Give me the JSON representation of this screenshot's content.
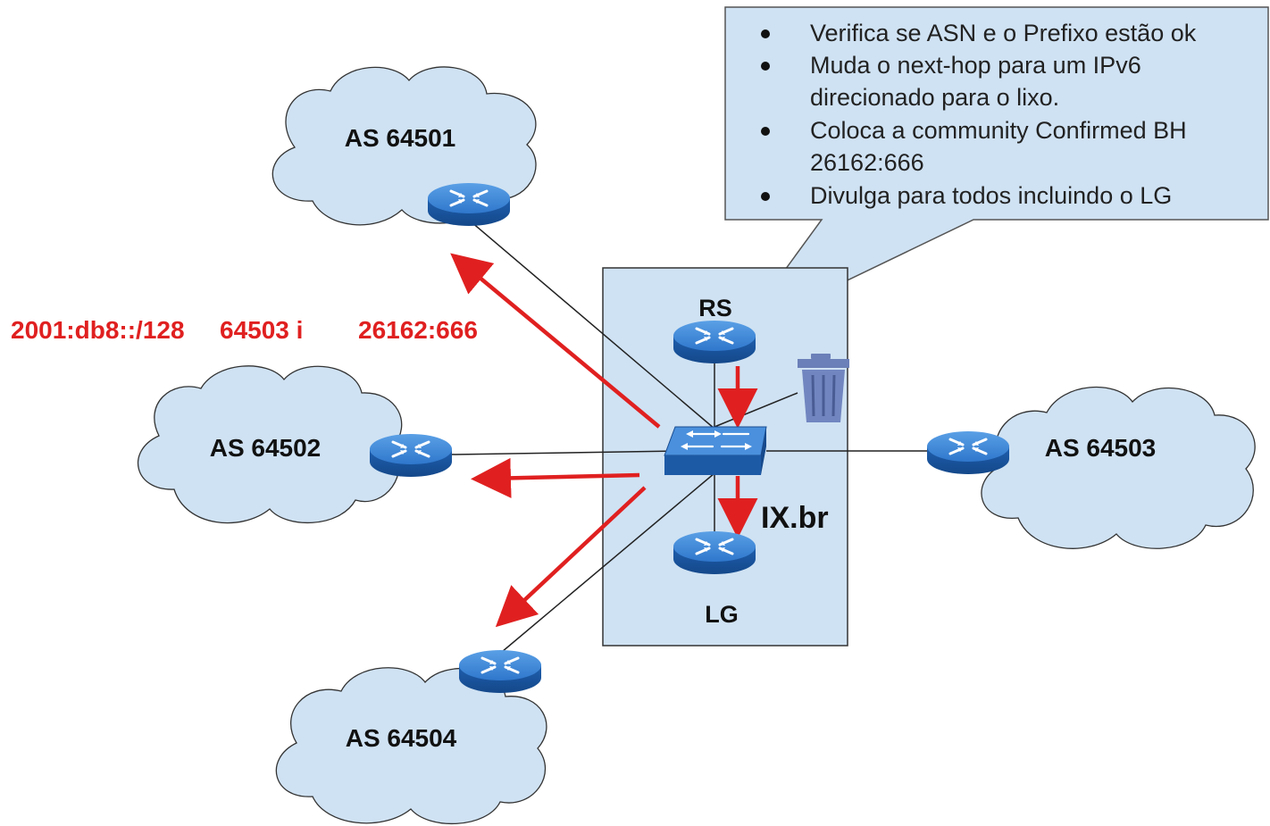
{
  "callout": {
    "bullets": [
      {
        "lines": [
          "Verifica se ASN e o Prefixo estão ok"
        ]
      },
      {
        "lines": [
          "Muda o next-hop para um IPv6",
          "direcionado para o lixo."
        ]
      },
      {
        "lines": [
          "Coloca a community Confirmed BH",
          "26162:666"
        ]
      },
      {
        "lines": [
          "Divulga para todos incluindo o LG"
        ]
      }
    ],
    "fill": "#cfe2f3"
  },
  "route_announcement": {
    "prefix": "2001:db8::/128",
    "as_path": "64503 i",
    "community": "26162:666",
    "color": "#e02020"
  },
  "ixp": {
    "label": "IX.br",
    "route_server_label": "RS",
    "looking_glass_label": "LG",
    "fill": "#cfe2f3"
  },
  "networks": {
    "as1": "AS 64501",
    "as2": "AS 64502",
    "as3": "AS 64503",
    "as4": "AS 64504"
  },
  "icons": {
    "router": "router-icon",
    "switch": "switch-icon",
    "trash": "trash-icon",
    "cloud": "cloud-icon"
  },
  "colors": {
    "cloud_fill": "#cfe2f3",
    "router_blue": "#2a72c9",
    "arrow_red": "#e02020",
    "trash_blue": "#6b7fb8"
  }
}
